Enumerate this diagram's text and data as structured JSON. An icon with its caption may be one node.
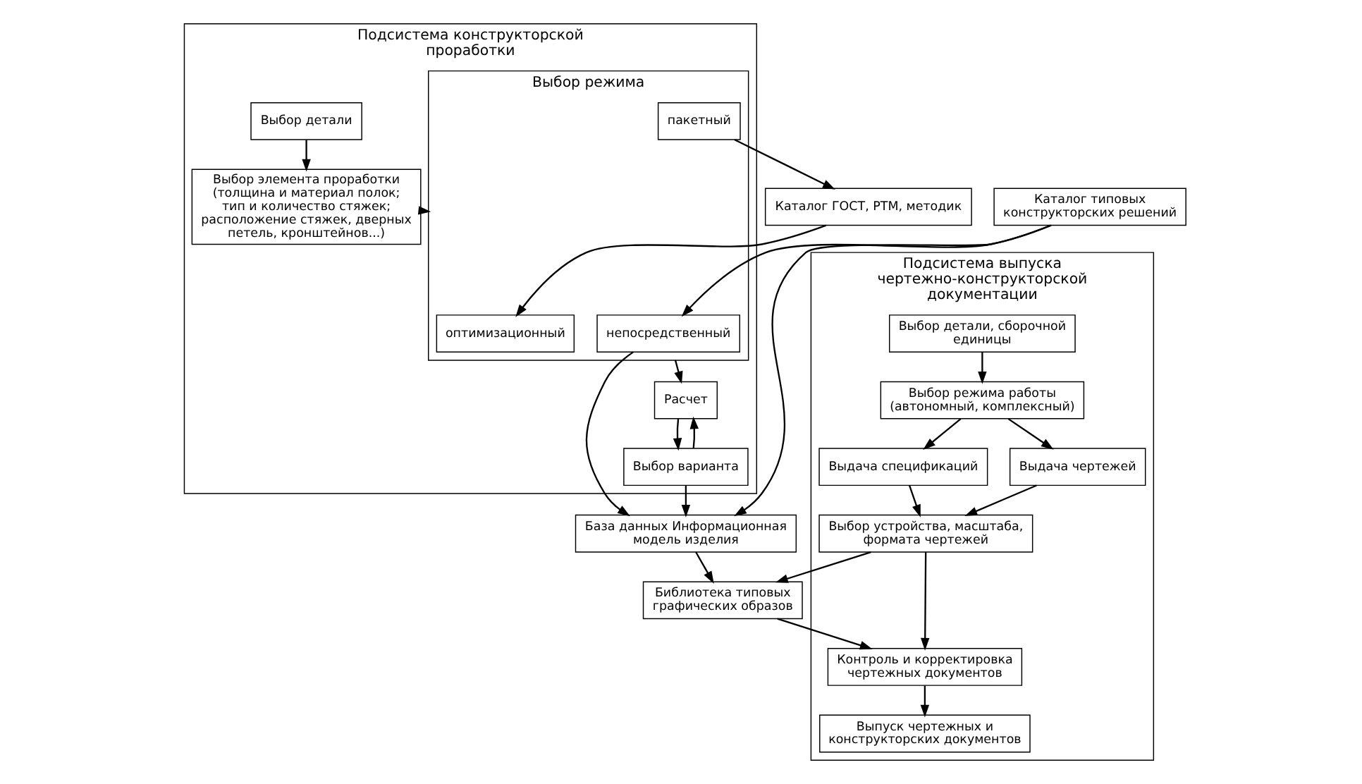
{
  "diagram": {
    "nodes": [
      {
        "text": [
          "Подсистема конструкторской проработки"
        ]
      },
      {
        "text": [
          "Выбор детали"
        ],
        "in": 0
      },
      {
        "text": [
          "Выбор элемента проработки (толщина и материал полок; тип и количество стяжек; расположение стяжек, дверных петель, кронштейнов...)"
        ],
        "in": 0
      },
      {
        "text": [
          "Выбор режима"
        ],
        "in": 0
      },
      {
        "text": [
          "непосредственный"
        ],
        "in": 3
      },
      {
        "text": [
          "пакетный"
        ],
        "in": 3
      },
      {
        "text": [
          "оптимизационный"
        ],
        "in": 3
      },
      {
        "text": [
          "Расчет"
        ],
        "in": 0
      },
      {
        "text": [
          "Выбор варианта"
        ],
        "in": 0
      },
      {
        "text": [
          "База данных Информационная модель изделия"
        ]
      },
      {
        "text": [
          "Каталог типовых конструкторских решений"
        ]
      },
      {
        "text": [
          "Каталог ГОСТ, РТМ, методик"
        ]
      },
      {
        "text": [
          "Библиотека типовых графических образов"
        ]
      },
      {
        "text": [
          "Подсистема выпуска чертежно-конструкторской документации"
        ]
      },
      {
        "text": [
          "Выбор детали, сборочной единицы"
        ],
        "in": 13
      },
      {
        "text": [
          "Выбор режима работы (автономный, комплексный)"
        ],
        "in": 13
      },
      {
        "text": [
          "Выдача спецификаций"
        ],
        "in": 13
      },
      {
        "text": [
          "Выдача чертежей"
        ],
        "in": 13
      },
      {
        "text": [
          "Выбор устройства, масштаба, формата чертежей"
        ],
        "in": 13
      },
      {
        "text": [
          "Контроль и корректировка чертежных документов"
        ],
        "in": 13
      },
      {
        "text": [
          "Выпуск чертежных и конструкторских документов"
        ],
        "in": 13
      }
    ],
    "edges": [
      {
        "from": 1,
        "to": 2,
        "arrow": "to"
      },
      {
        "from": 2,
        "to": 3,
        "arrow": "to"
      },
      {
        "from": 3,
        "to": 7,
        "arrow": "to"
      },
      {
        "from": 7,
        "to": 8,
        "arrow": "to"
      },
      {
        "from": 8,
        "to": 7,
        "arrow": "to"
      },
      {
        "from": 4,
        "to": 9,
        "arrow": "to"
      },
      {
        "from": 10,
        "to": 9,
        "arrow": "to"
      },
      {
        "from": 10,
        "to": 4,
        "arrow": "to"
      },
      {
        "from": 5,
        "to": 11,
        "arrow": "to"
      },
      {
        "from": 11,
        "to": 6,
        "arrow": "to"
      },
      {
        "from": 8,
        "to": 9,
        "arrow": "to"
      },
      {
        "from": 9,
        "to": 12,
        "arrow": "to"
      },
      {
        "from": 14,
        "to": 15,
        "arrow": "to"
      },
      {
        "from": 15,
        "to": 16,
        "arrow": "to"
      },
      {
        "from": 15,
        "to": 17,
        "arrow": "to"
      },
      {
        "from": 16,
        "to": 18,
        "arrow": "to"
      },
      {
        "from": 17,
        "to": 18,
        "arrow": "to"
      },
      {
        "from": 18,
        "to": 12,
        "arrow": "to"
      },
      {
        "from": 12,
        "to": 19,
        "arrow": "to"
      },
      {
        "from": 18,
        "to": 19,
        "arrow": "to"
      },
      {
        "from": 19,
        "to": 20,
        "arrow": "to"
      }
    ]
  }
}
